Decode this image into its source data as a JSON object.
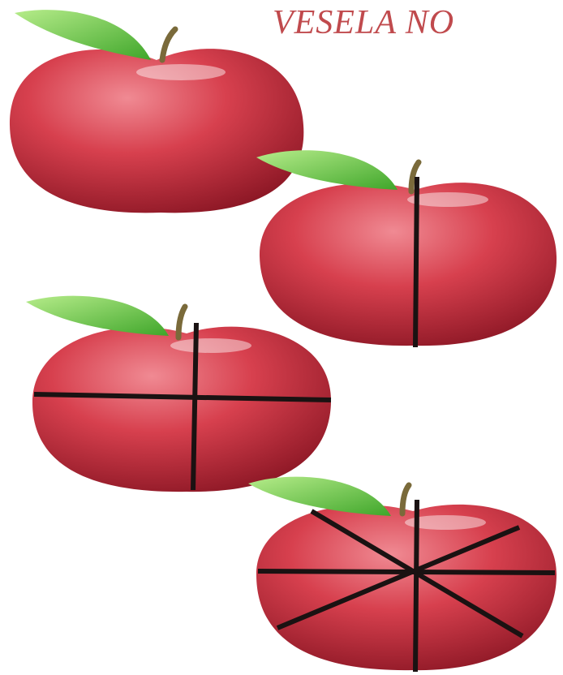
{
  "title": "VESELA NO",
  "colors": {
    "title_red": "#c04a4d",
    "apple_red": "#d23a48",
    "apple_dark": "#9c1c2a",
    "apple_highlight": "#f3a0a8",
    "leaf_green": "#5fc23a",
    "leaf_light": "#a9e87a",
    "stem": "#7a6a3a",
    "cut_line": "#1a1212"
  },
  "apples": [
    {
      "name": "whole",
      "pieces": 1
    },
    {
      "name": "halves",
      "pieces": 2
    },
    {
      "name": "quarters",
      "pieces": 4
    },
    {
      "name": "eighths",
      "pieces": 8
    }
  ]
}
